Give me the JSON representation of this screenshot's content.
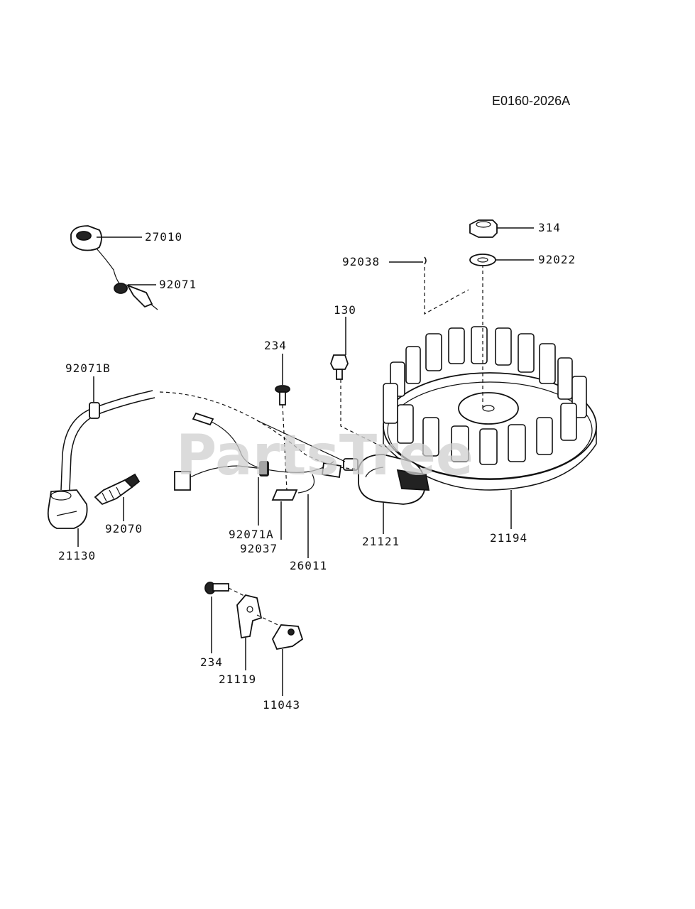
{
  "diagram_code": "E0160-2026A",
  "watermark": "PartsTree",
  "parts": {
    "p27010": "27010",
    "p92071": "92071",
    "p92038": "92038",
    "p314": "314",
    "p92022": "92022",
    "p130": "130",
    "p234_top": "234",
    "p92071B": "92071B",
    "p21130": "21130",
    "p92070": "92070",
    "p92071A": "92071A",
    "p92037": "92037",
    "p26011": "26011",
    "p21121": "21121",
    "p21194": "21194",
    "p234_bottom": "234",
    "p21119": "21119",
    "p11043": "11043"
  }
}
